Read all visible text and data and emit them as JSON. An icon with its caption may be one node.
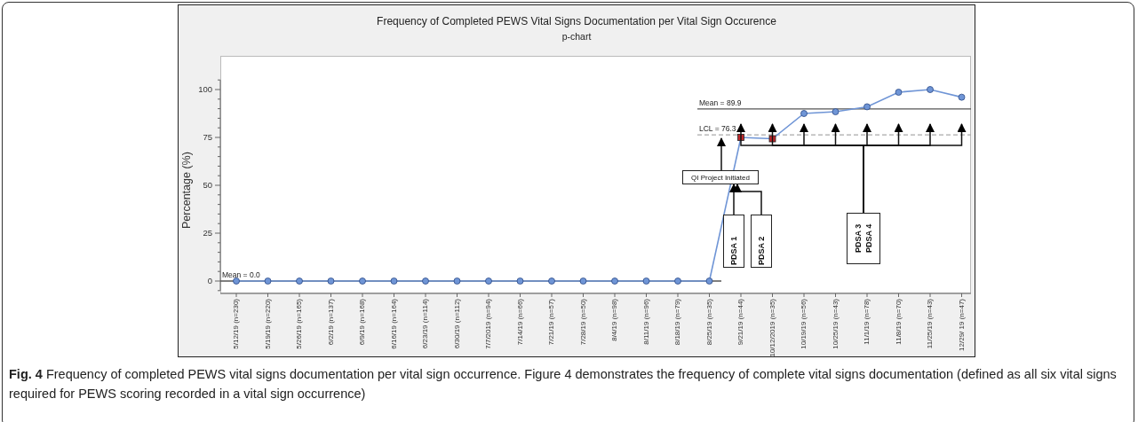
{
  "diagram": {
    "caption": "**Fig. 4** Frequency of completed PEWS vital signs documentation per vital sign occurrence. Figure 4 demonstrates the frequency of complete vital signs documentation (defined as all six vital signs required for PEWS scoring recorded in a vital sign occurrence)",
    "nodes": [
      {
        "text": [
          "QI Project Initiated"
        ]
      },
      {
        "text": [
          "PDSA 1"
        ]
      },
      {
        "text": [
          "PDSA 2"
        ]
      },
      {
        "text": [
          "PDSA 3 PDSA 4"
        ]
      }
    ],
    "edges": [
      {
        "from": 0,
        "to": null,
        "arrow": "to"
      },
      {
        "from": 1,
        "to": 0,
        "arrow": "to"
      },
      {
        "from": 2,
        "to": 0,
        "arrow": "to"
      },
      {
        "from": 3,
        "to": null,
        "arrow": "to"
      },
      {
        "from": 3,
        "to": null,
        "arrow": "to"
      },
      {
        "from": 3,
        "to": null,
        "arrow": "to"
      },
      {
        "from": 3,
        "to": null,
        "arrow": "to"
      },
      {
        "from": 3,
        "to": null,
        "arrow": "to"
      },
      {
        "from": 3,
        "to": null,
        "arrow": "to"
      },
      {
        "from": 3,
        "to": null,
        "arrow": "to"
      },
      {
        "from": 3,
        "to": null,
        "arrow": "to"
      }
    ],
    "labels": [
      "p-chart"
    ],
    "chart_data": {
      "type": "line",
      "title": "Frequency of Completed PEWS Vital Signs Documentation per Vital Sign Occurence",
      "ylabel": "Percentage (%)",
      "categories": [
        "5/12/19 (n=230)",
        "5/19/19 (n=220)",
        "5/26/19 (n=165)",
        "6/2/19 (n=137)",
        "6/9/19 (n=168)",
        "6/16/19 (n=164)",
        "6/23/19 (n=114)",
        "6/30/19 (n=112)",
        "7/7/2019 (n=94)",
        "7/14/19 (n=66)",
        "7/21/19 (n=57)",
        "7/28/19 (n=50)",
        "8/4/19 (n=98)",
        "8/11/19 (n=96)",
        "8/18/19 (n=79)",
        "8/25/19 (n=35)",
        "9/21/19 (n=44)",
        "10/12/2019 (n=35)",
        "10/19/19 (n=56)",
        "10/25/19 (n=43)",
        "11/1/19 (n=78)",
        "11/8/19 (n=70)",
        "11/25/19 (n=43)",
        "12/29/ 19 (n=47)"
      ],
      "series": [
        {
          "color": "#6f95d6",
          "marker": "circle",
          "values": [
            0,
            0,
            0,
            0,
            0,
            0,
            0,
            0,
            0,
            0,
            0,
            0,
            0,
            0,
            0,
            0,
            75,
            74.3,
            87.5,
            88.4,
            91,
            98.6,
            100,
            96
          ]
        }
      ],
      "ylim": [
        -5,
        105
      ],
      "yticks": [
        0,
        25,
        50,
        75,
        100
      ],
      "ref_lines": [
        {
          "axis": "y",
          "value": 0,
          "label": "Mean = 0.0"
        },
        {
          "axis": "y",
          "value": 89.9,
          "label": "Mean = 89.9"
        },
        {
          "axis": "y",
          "value": 76.3,
          "label": "LCL = 76.3"
        }
      ]
    }
  }
}
